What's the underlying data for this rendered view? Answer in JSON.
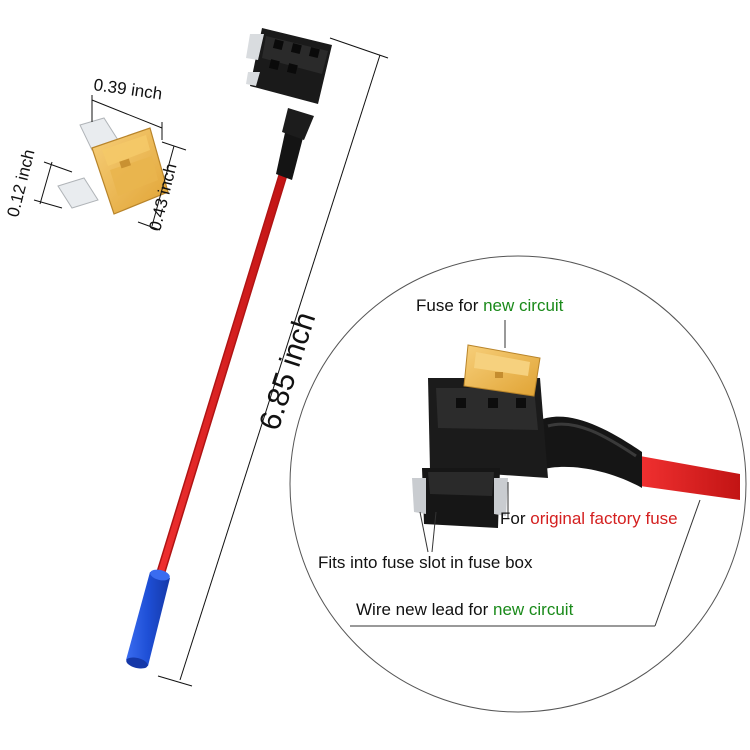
{
  "dimensions": {
    "fuse_width": "0.39 inch",
    "fuse_height": "0.43 inch",
    "blade_gap": "0.12 inch",
    "cable_length": "6.85 inch"
  },
  "callouts": {
    "top_prefix": "Fuse for ",
    "top_highlight": "new circuit",
    "right_prefix": "For ",
    "right_highlight": "original factory fuse",
    "blades_text": "Fits into fuse slot in fuse box",
    "wire_prefix": "Wire new lead for ",
    "wire_highlight": "new circuit"
  },
  "colors": {
    "green": "#1a8a1a",
    "red": "#d42020",
    "wire": "#e02020",
    "connector": "#1a1a1a",
    "terminal": "#1f4fd8",
    "fuse": "#f0b640"
  }
}
